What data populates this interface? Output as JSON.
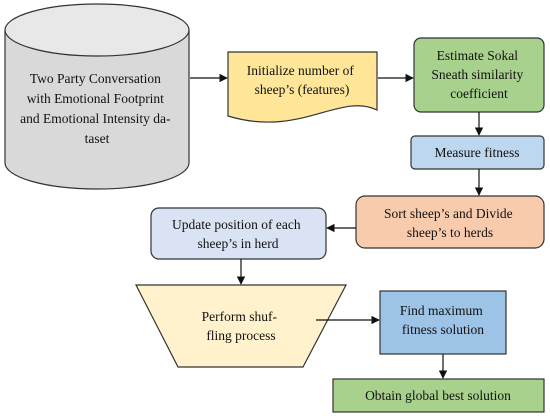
{
  "diagram": {
    "nodes": {
      "dataset": {
        "lines": [
          "Two Party Conversation",
          "with Emotional Footprint",
          "and Emotional Intensity da-",
          "taset"
        ],
        "fill": "#d9d9d9"
      },
      "init": {
        "lines": [
          "Initialize number of",
          "sheep’s (features)"
        ],
        "fill": "#ffe699"
      },
      "sokal": {
        "lines": [
          "Estimate Sokal",
          "Sneath similarity",
          "coefficient"
        ],
        "fill": "#a9d18e"
      },
      "fitness": {
        "lines": [
          "Measure fitness"
        ],
        "fill": "#bdd7ee"
      },
      "sort": {
        "lines": [
          "Sort sheep’s and Divide",
          "sheep’s to herds"
        ],
        "fill": "#f8cbad"
      },
      "update": {
        "lines": [
          "Update position of each",
          "sheep’s in herd"
        ],
        "fill": "#dae3f3"
      },
      "shuffle": {
        "lines": [
          "Perform shuf-",
          "fling process"
        ],
        "fill": "#fff2cc"
      },
      "maxfit": {
        "lines": [
          "Find maximum",
          "fitness solution"
        ],
        "fill": "#9dc3e6"
      },
      "best": {
        "lines": [
          "Obtain global best solution"
        ],
        "fill": "#a9d18e"
      }
    }
  }
}
